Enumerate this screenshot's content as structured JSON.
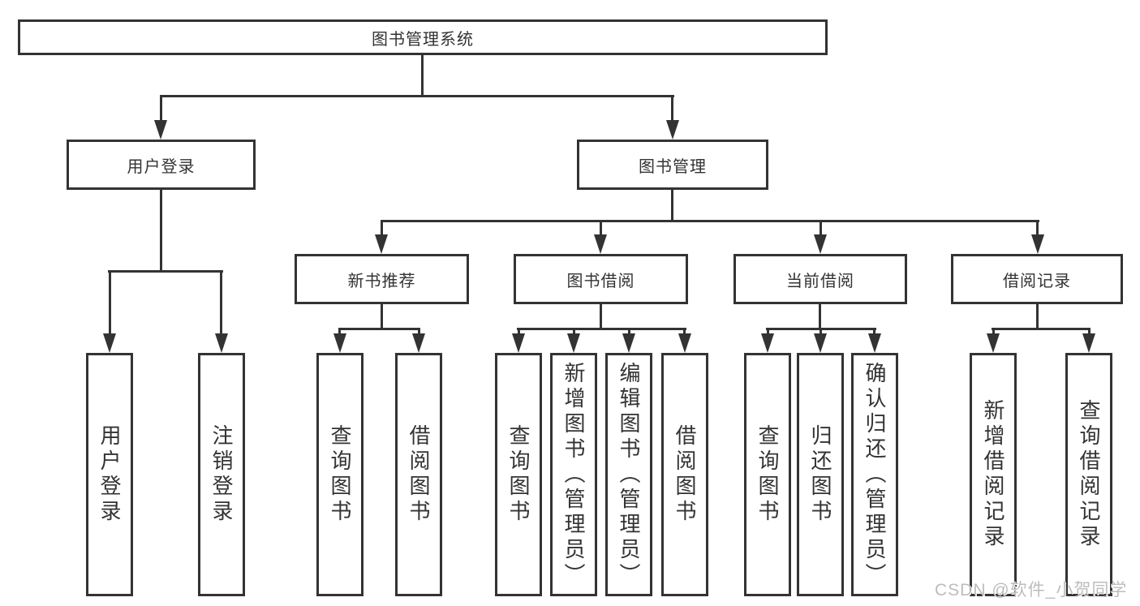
{
  "diagram_title": "图书管理系统",
  "tree": {
    "label": "图书管理系统",
    "children": [
      {
        "label": "用户登录",
        "children": [
          {
            "label": "用户登录"
          },
          {
            "label": "注销登录"
          }
        ]
      },
      {
        "label": "图书管理",
        "children": [
          {
            "label": "新书推荐",
            "children": [
              {
                "label": "查询图书"
              },
              {
                "label": "借阅图书"
              }
            ]
          },
          {
            "label": "图书借阅",
            "children": [
              {
                "label": "查询图书"
              },
              {
                "label": "新增图书（管理员）"
              },
              {
                "label": "编辑图书（管理员）"
              },
              {
                "label": "借阅图书"
              }
            ]
          },
          {
            "label": "当前借阅",
            "children": [
              {
                "label": "查询图书"
              },
              {
                "label": "归还图书"
              },
              {
                "label": "确认归还（管理员）"
              }
            ]
          },
          {
            "label": "借阅记录",
            "children": [
              {
                "label": "新增借阅记录"
              },
              {
                "label": "查询借阅记录"
              }
            ]
          }
        ]
      }
    ]
  },
  "watermark": {
    "text": "CSDN @软件_小贺同学"
  },
  "colors": {
    "line": "#333333",
    "box_border": "#333333",
    "text": "#333333",
    "background": "#ffffff",
    "watermark_text": "#bdbdbd"
  }
}
